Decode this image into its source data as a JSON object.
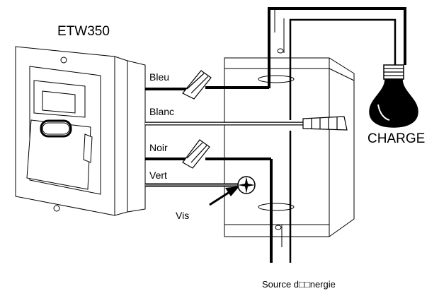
{
  "device": {
    "model": "ETW350"
  },
  "wires": {
    "blue": "Bleu",
    "white": "Blanc",
    "black": "Noir",
    "green": "Vert"
  },
  "screw_label": "Vis",
  "load_label": "CHARGE",
  "power_source_label": "Source d□□nergie",
  "colors": {
    "line": "#000000",
    "background": "#ffffff",
    "ground_wire": "#7f7f7f"
  }
}
